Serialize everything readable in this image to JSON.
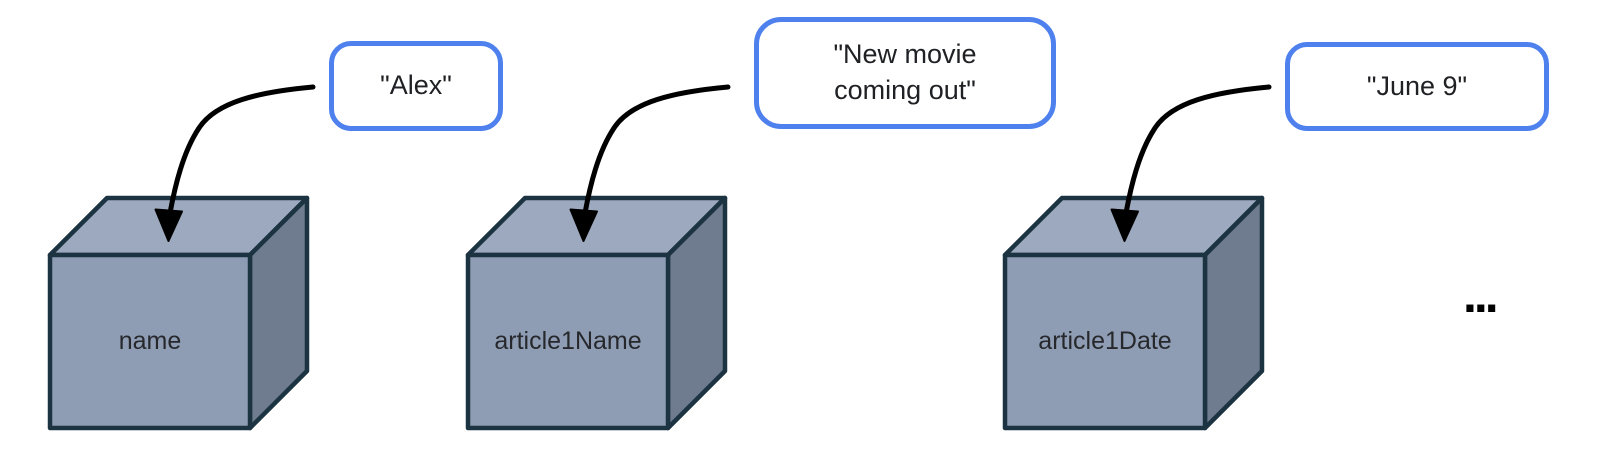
{
  "diagram": {
    "colors": {
      "background": "#FFFFFF",
      "bubble_border": "#4E80EE",
      "cube_front": "#8F9DB4",
      "cube_top": "#9DA9BE",
      "cube_side": "#6F7B8F",
      "cube_outline": "#1C3342",
      "arrow": "#000000",
      "text": "#202124",
      "label_text": "#26282C"
    },
    "variables": [
      {
        "label": "name",
        "value": "\"Alex\""
      },
      {
        "label": "article1Name",
        "value": "\"New movie coming out\""
      },
      {
        "label": "article1Date",
        "value": "\"June 9\""
      }
    ],
    "ellipsis": "..."
  }
}
